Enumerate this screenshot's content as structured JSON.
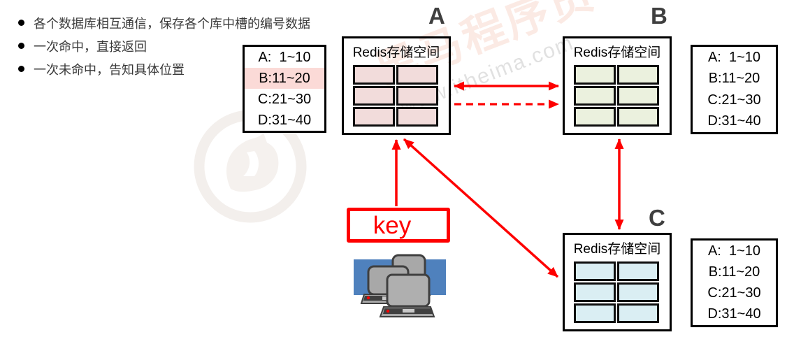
{
  "notes": {
    "items": [
      "各个数据库相互通信，保存各个库中槽的编号数据",
      "一次命中，直接返回",
      "一次未命中，告知具体位置"
    ]
  },
  "slot_tables": {
    "left": {
      "rows": [
        "A:  1~10",
        "B:11~20",
        "C:21~30",
        "D:31~40"
      ],
      "highlighted_row": "B:11~20"
    },
    "right_top": {
      "rows": [
        "A:  1~10",
        "B:11~20",
        "C:21~30",
        "D:31~40"
      ]
    },
    "right_bottom": {
      "rows": [
        "A:  1~10",
        "B:11~20",
        "C:21~30",
        "D:31~40"
      ]
    }
  },
  "nodes": {
    "a": {
      "label": "A",
      "title": "Redis存储空间",
      "slots": 6,
      "cell_color": "#f2dcdb"
    },
    "b": {
      "label": "B",
      "title": "Redis存储空间",
      "slots": 6,
      "cell_color": "#ebf1de"
    },
    "c": {
      "label": "C",
      "title": "Redis存储空间",
      "slots": 6,
      "cell_color": "#daeef3"
    }
  },
  "key_box": {
    "label": "key"
  },
  "connections": [
    {
      "from": "A",
      "to": "B",
      "style": "solid",
      "bidirectional": true
    },
    {
      "from": "A",
      "to": "B",
      "style": "dashed",
      "bidirectional": false
    },
    {
      "from": "B",
      "to": "C",
      "style": "solid",
      "bidirectional": true
    },
    {
      "from": "key",
      "to": "A",
      "style": "solid",
      "bidirectional": false
    },
    {
      "from": "A",
      "to": "C",
      "style": "solid",
      "bidirectional": true
    }
  ],
  "watermark": {
    "brand": "黑马程序员",
    "tm": "™",
    "url": "www.itheima.com"
  },
  "colors": {
    "arrow_red": "#fe0000",
    "key_red": "#fe0000",
    "highlight_pink": "#fbdad7",
    "node_a_cell": "#f2dcdb",
    "node_b_cell": "#ebf1de",
    "node_c_cell": "#daeef3",
    "label_gray": "#3f3f3f",
    "computer_blue": "#4f81bd",
    "monitor_gray": "#a8a8a8"
  }
}
